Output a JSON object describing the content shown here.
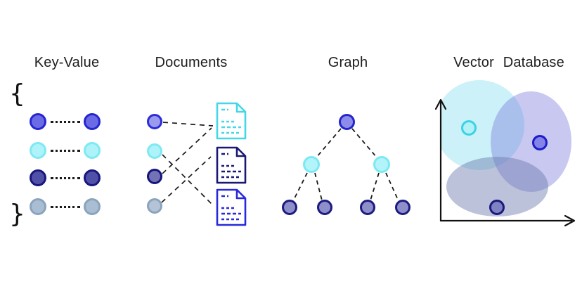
{
  "sections": {
    "key_value": {
      "title": "Key-Value",
      "brace_open": "{",
      "brace_close": "}",
      "pairs": [
        {
          "name": "blue-pair",
          "fill": "#6b6be6",
          "border": "#2525d2"
        },
        {
          "name": "cyan-pair",
          "fill": "#adf3f9",
          "border": "#7fe9f2"
        },
        {
          "name": "indigo-pair",
          "fill": "#5050a8",
          "border": "#17177e"
        },
        {
          "name": "steel-pair",
          "fill": "#a9bed3",
          "border": "#8ba4bc"
        }
      ]
    },
    "documents": {
      "title": "Documents",
      "records": [
        {
          "name": "record-blue",
          "fill": "#9b9bee",
          "border": "#2c2cd8"
        },
        {
          "name": "record-cyan",
          "fill": "#adf3f9",
          "border": "#7fe9f2"
        },
        {
          "name": "record-slate",
          "fill": "#7272b4",
          "border": "#15157d"
        },
        {
          "name": "record-steel",
          "fill": "#b4c4d6",
          "border": "#8ba4bc"
        }
      ],
      "docs": [
        {
          "name": "doc-cyan",
          "color": "#45d7e8"
        },
        {
          "name": "doc-navy",
          "color": "#191975"
        },
        {
          "name": "doc-blue",
          "color": "#2828dd"
        }
      ],
      "links": [
        [
          0,
          0
        ],
        [
          1,
          2
        ],
        [
          2,
          0
        ],
        [
          3,
          1
        ]
      ]
    },
    "graph": {
      "title": "Graph",
      "nodes": {
        "root": {
          "fill": "#8c8cea",
          "border": "#2424cc"
        },
        "mid": {
          "fill": "#b2f4f9",
          "border": "#7ce9f2"
        },
        "leaf": {
          "fill": "#8e8ecb",
          "border": "#1c1c80"
        }
      },
      "edges": [
        [
          "root",
          "mid-left"
        ],
        [
          "root",
          "mid-right"
        ],
        [
          "mid-left",
          "leaf-1"
        ],
        [
          "mid-left",
          "leaf-2"
        ],
        [
          "mid-right",
          "leaf-3"
        ],
        [
          "mid-right",
          "leaf-4"
        ]
      ]
    },
    "vector": {
      "title": "Vector Database",
      "clusters": [
        {
          "name": "cluster-cyan",
          "color": "#d9f6fb"
        },
        {
          "name": "cluster-purple",
          "color": "#c8c8f0"
        },
        {
          "name": "cluster-gray",
          "color": "#bcc2db"
        }
      ],
      "points": [
        {
          "name": "point-cyan",
          "fill": "#b4f0f7",
          "border": "#3ad3e6"
        },
        {
          "name": "point-blue",
          "fill": "#8383e8",
          "border": "#1d1dc9"
        },
        {
          "name": "point-dark",
          "fill": "#8080c4",
          "border": "#1a1a7c"
        }
      ]
    }
  },
  "line_color": "#1a1a1a"
}
